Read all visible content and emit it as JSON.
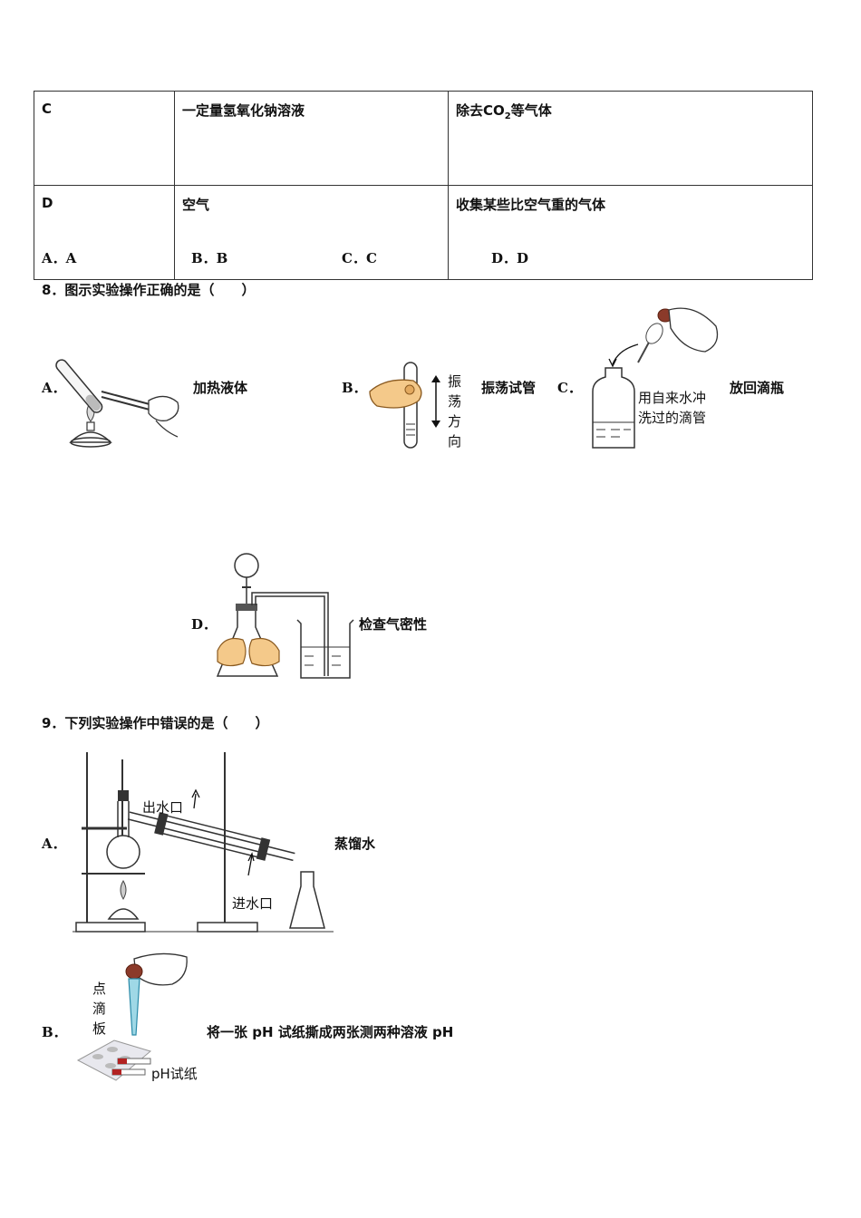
{
  "table": {
    "rows": [
      {
        "label": "C",
        "reagent_pre": "一定量氢氧化钠溶液",
        "use_pre": "除去CO",
        "use_sub": "2",
        "use_post": "等气体"
      },
      {
        "label": "D",
        "reagent_pre": "空气",
        "use_pre": "收集某些比空气重的气体",
        "use_sub": "",
        "use_post": ""
      }
    ]
  },
  "q7_answers": [
    "A．A",
    "B．B",
    "C．C",
    "D．D"
  ],
  "q8": {
    "stem": "8．图示实验操作正确的是（　　）",
    "a_label": "A．",
    "a_text": "加热液体",
    "b_label": "B．",
    "b_text": "振荡试管",
    "b_fig_text": [
      "振",
      "荡",
      "方",
      "向"
    ],
    "c_label": "C．",
    "c_text": "放回滴瓶",
    "c_fig_text": [
      "用自来水冲",
      "洗过的滴管"
    ],
    "d_label": "D．",
    "d_text": "检查气密性"
  },
  "q9": {
    "stem": "9．下列实验操作中错误的是（　　）",
    "a_label": "A．",
    "a_text": "蒸馏水",
    "a_fig_out": "出水口",
    "a_fig_in": "进水口",
    "b_label": "B．",
    "b_text": "将一张 pH 试纸撕成两张测两种溶液 pH",
    "b_fig_text": [
      "点",
      "滴",
      "板"
    ],
    "b_fig_ph": "pH试纸"
  }
}
